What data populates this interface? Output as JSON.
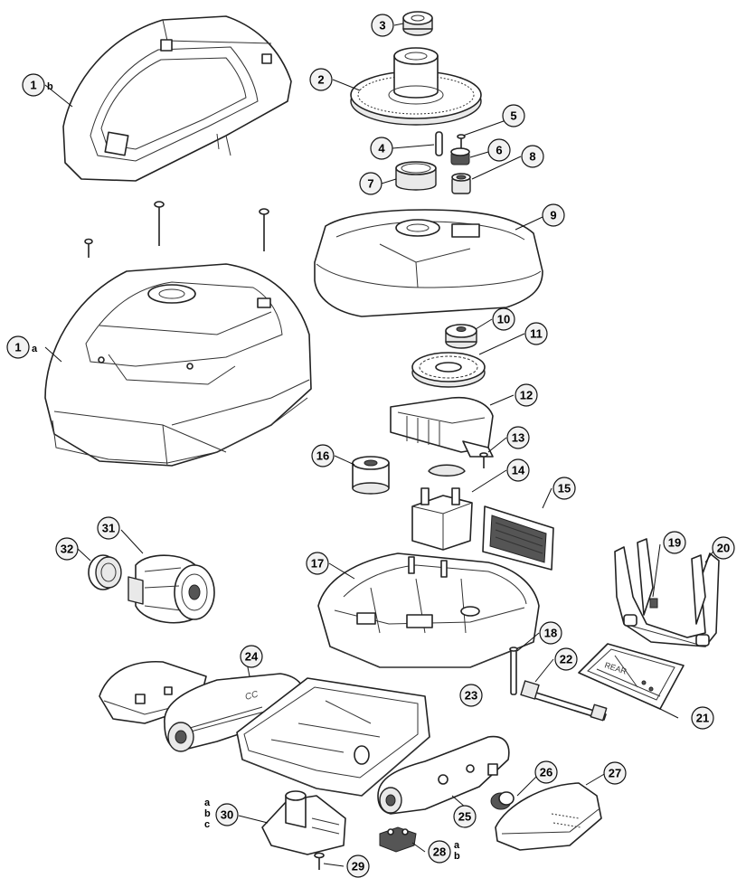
{
  "labels": {
    "p1": "1",
    "p1b_suffix": "b",
    "p1a_suffix": "a",
    "p2": "2",
    "p3": "3",
    "p4": "4",
    "p5": "5",
    "p6": "6",
    "p7": "7",
    "p8": "8",
    "p9": "9",
    "p10": "10",
    "p11": "11",
    "p12": "12",
    "p13": "13",
    "p14": "14",
    "p15": "15",
    "p16": "16",
    "p17": "17",
    "p18": "18",
    "p19": "19",
    "p20": "20",
    "p21": "21",
    "p22": "22",
    "p23": "23",
    "p24": "24",
    "p25": "25",
    "p26": "26",
    "p27": "27",
    "p28": "28",
    "p28_suffix_a": "a",
    "p28_suffix_b": "b",
    "p29": "29",
    "p30": "30",
    "p30_suffix_a": "a",
    "p30_suffix_b": "b",
    "p30_suffix_c": "c",
    "p31": "31",
    "p32": "32"
  },
  "embossed": {
    "rear_text": "REAR",
    "cc_text": "CC"
  }
}
